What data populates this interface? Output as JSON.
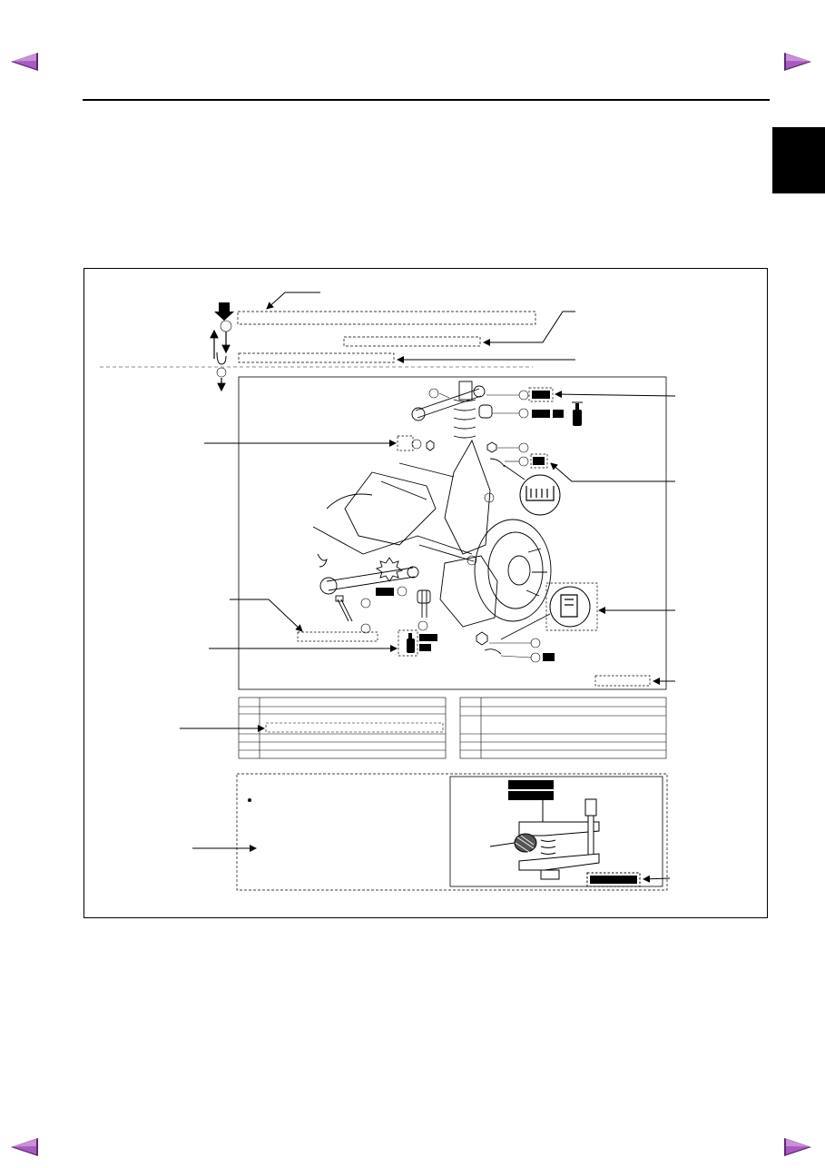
{
  "navigation": {
    "previous_page_icon": "left-triangle-arrow",
    "next_page_icon": "right-triangle-arrow",
    "arrow_fill": "#9a4fb0",
    "arrow_shadow": "#5a2a6e"
  },
  "section_tab": {
    "color": "#000000"
  },
  "figure": {
    "frame_color": "#000000",
    "callout_box_style": "dashed",
    "highlight_label_color": "#000000",
    "note_bullet": "•"
  }
}
